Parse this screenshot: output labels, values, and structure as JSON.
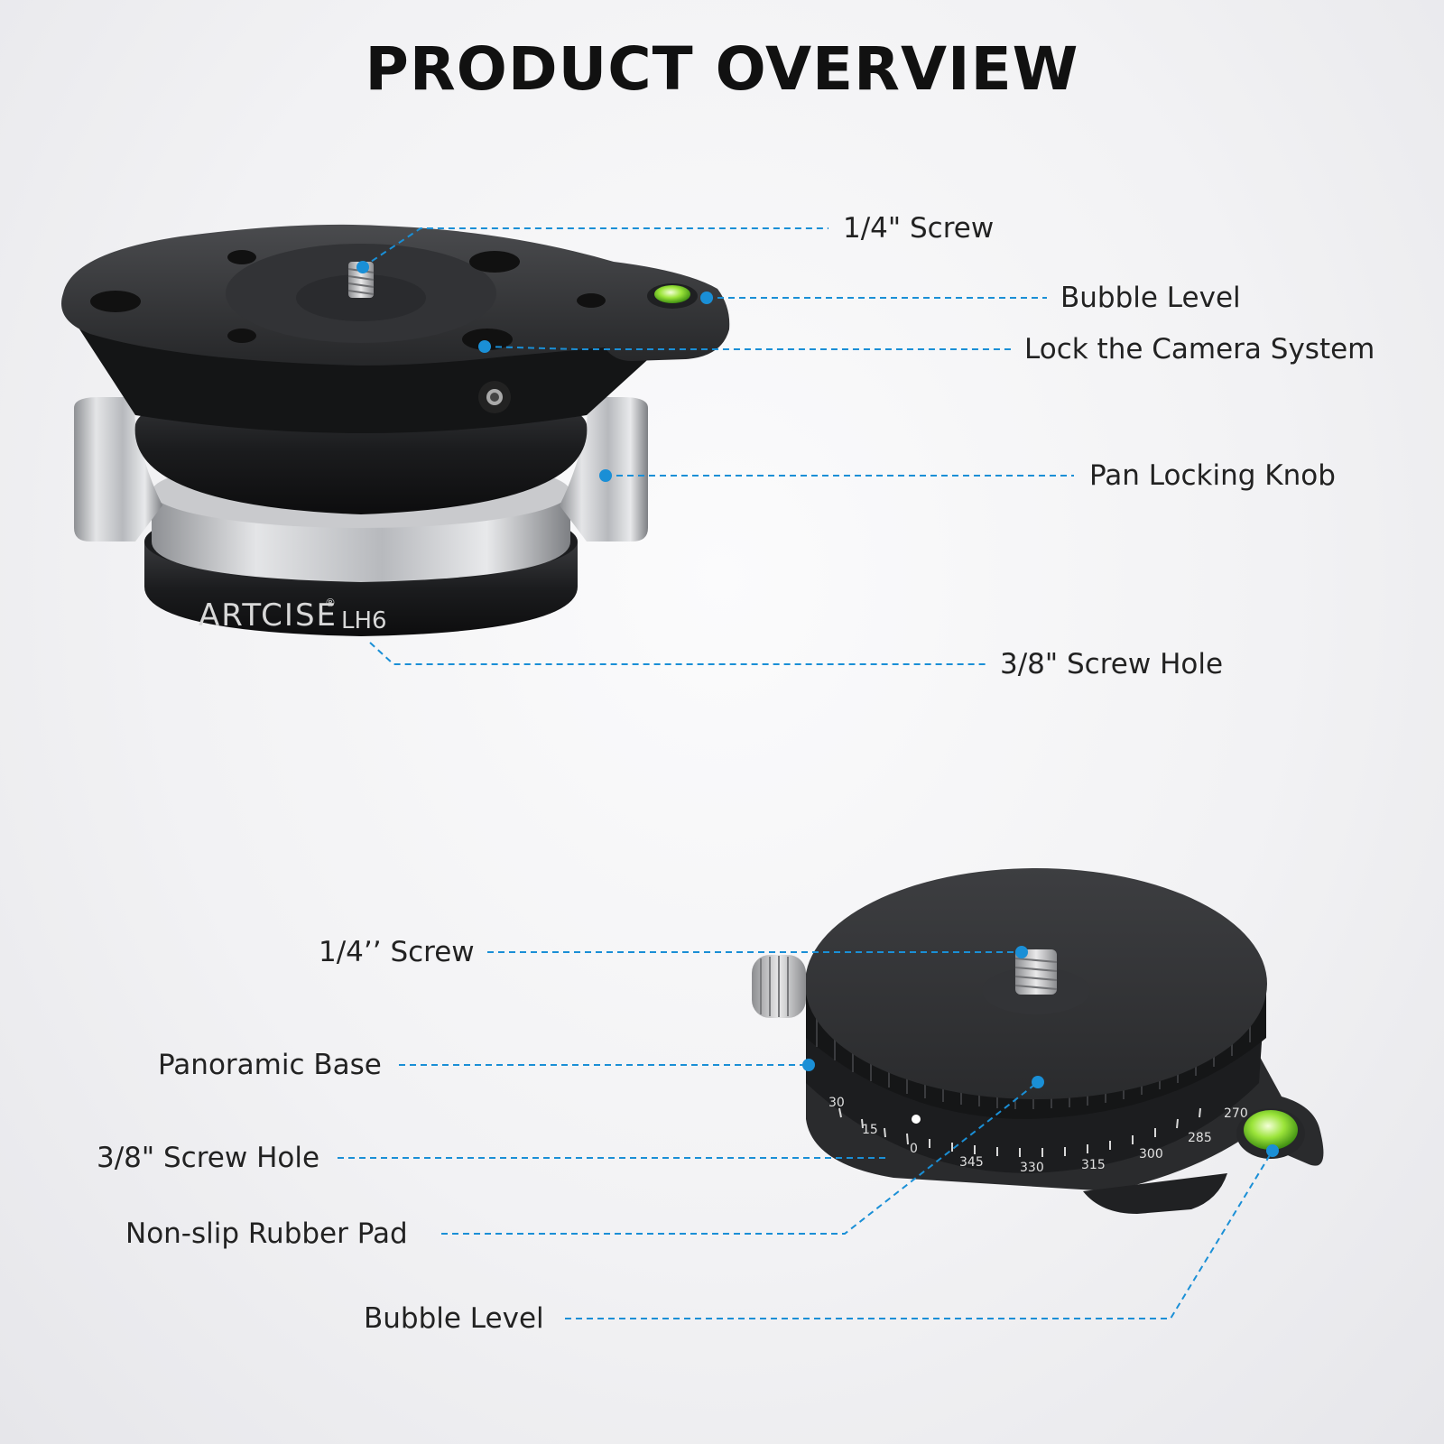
{
  "title": "PRODUCT OVERVIEW",
  "accent_color": "#1a8fd6",
  "top_product": {
    "brand": "ARTCISE",
    "model": "LH6",
    "callouts": [
      {
        "id": "top-screw",
        "text": "1/4\" Screw"
      },
      {
        "id": "top-bubble",
        "text": "Bubble Level"
      },
      {
        "id": "top-lock",
        "text": "Lock the Camera System"
      },
      {
        "id": "top-knob",
        "text": "Pan Locking Knob"
      },
      {
        "id": "top-hole",
        "text": "3/8\" Screw Hole"
      }
    ]
  },
  "bottom_product": {
    "dial_marks": [
      "30",
      "15",
      "0",
      "345",
      "330",
      "315",
      "300",
      "285",
      "270"
    ],
    "callouts": [
      {
        "id": "bot-screw",
        "text": "1/4’’ Screw"
      },
      {
        "id": "bot-base",
        "text": "Panoramic Base"
      },
      {
        "id": "bot-hole",
        "text": "3/8\" Screw Hole"
      },
      {
        "id": "bot-pad",
        "text": "Non-slip Rubber Pad"
      },
      {
        "id": "bot-bubble",
        "text": "Bubble Level"
      }
    ]
  }
}
